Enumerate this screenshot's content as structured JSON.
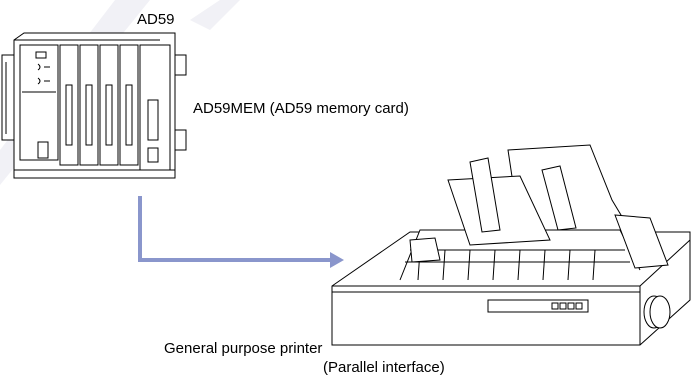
{
  "labels": {
    "module": "AD59",
    "memory_card": "AD59MEM (AD59 memory card)",
    "printer": "General purpose printer",
    "interface": "(Parallel interface)"
  },
  "colors": {
    "arrow": "#8a96cc",
    "line": "#000000",
    "watermark": "#ececf4"
  }
}
